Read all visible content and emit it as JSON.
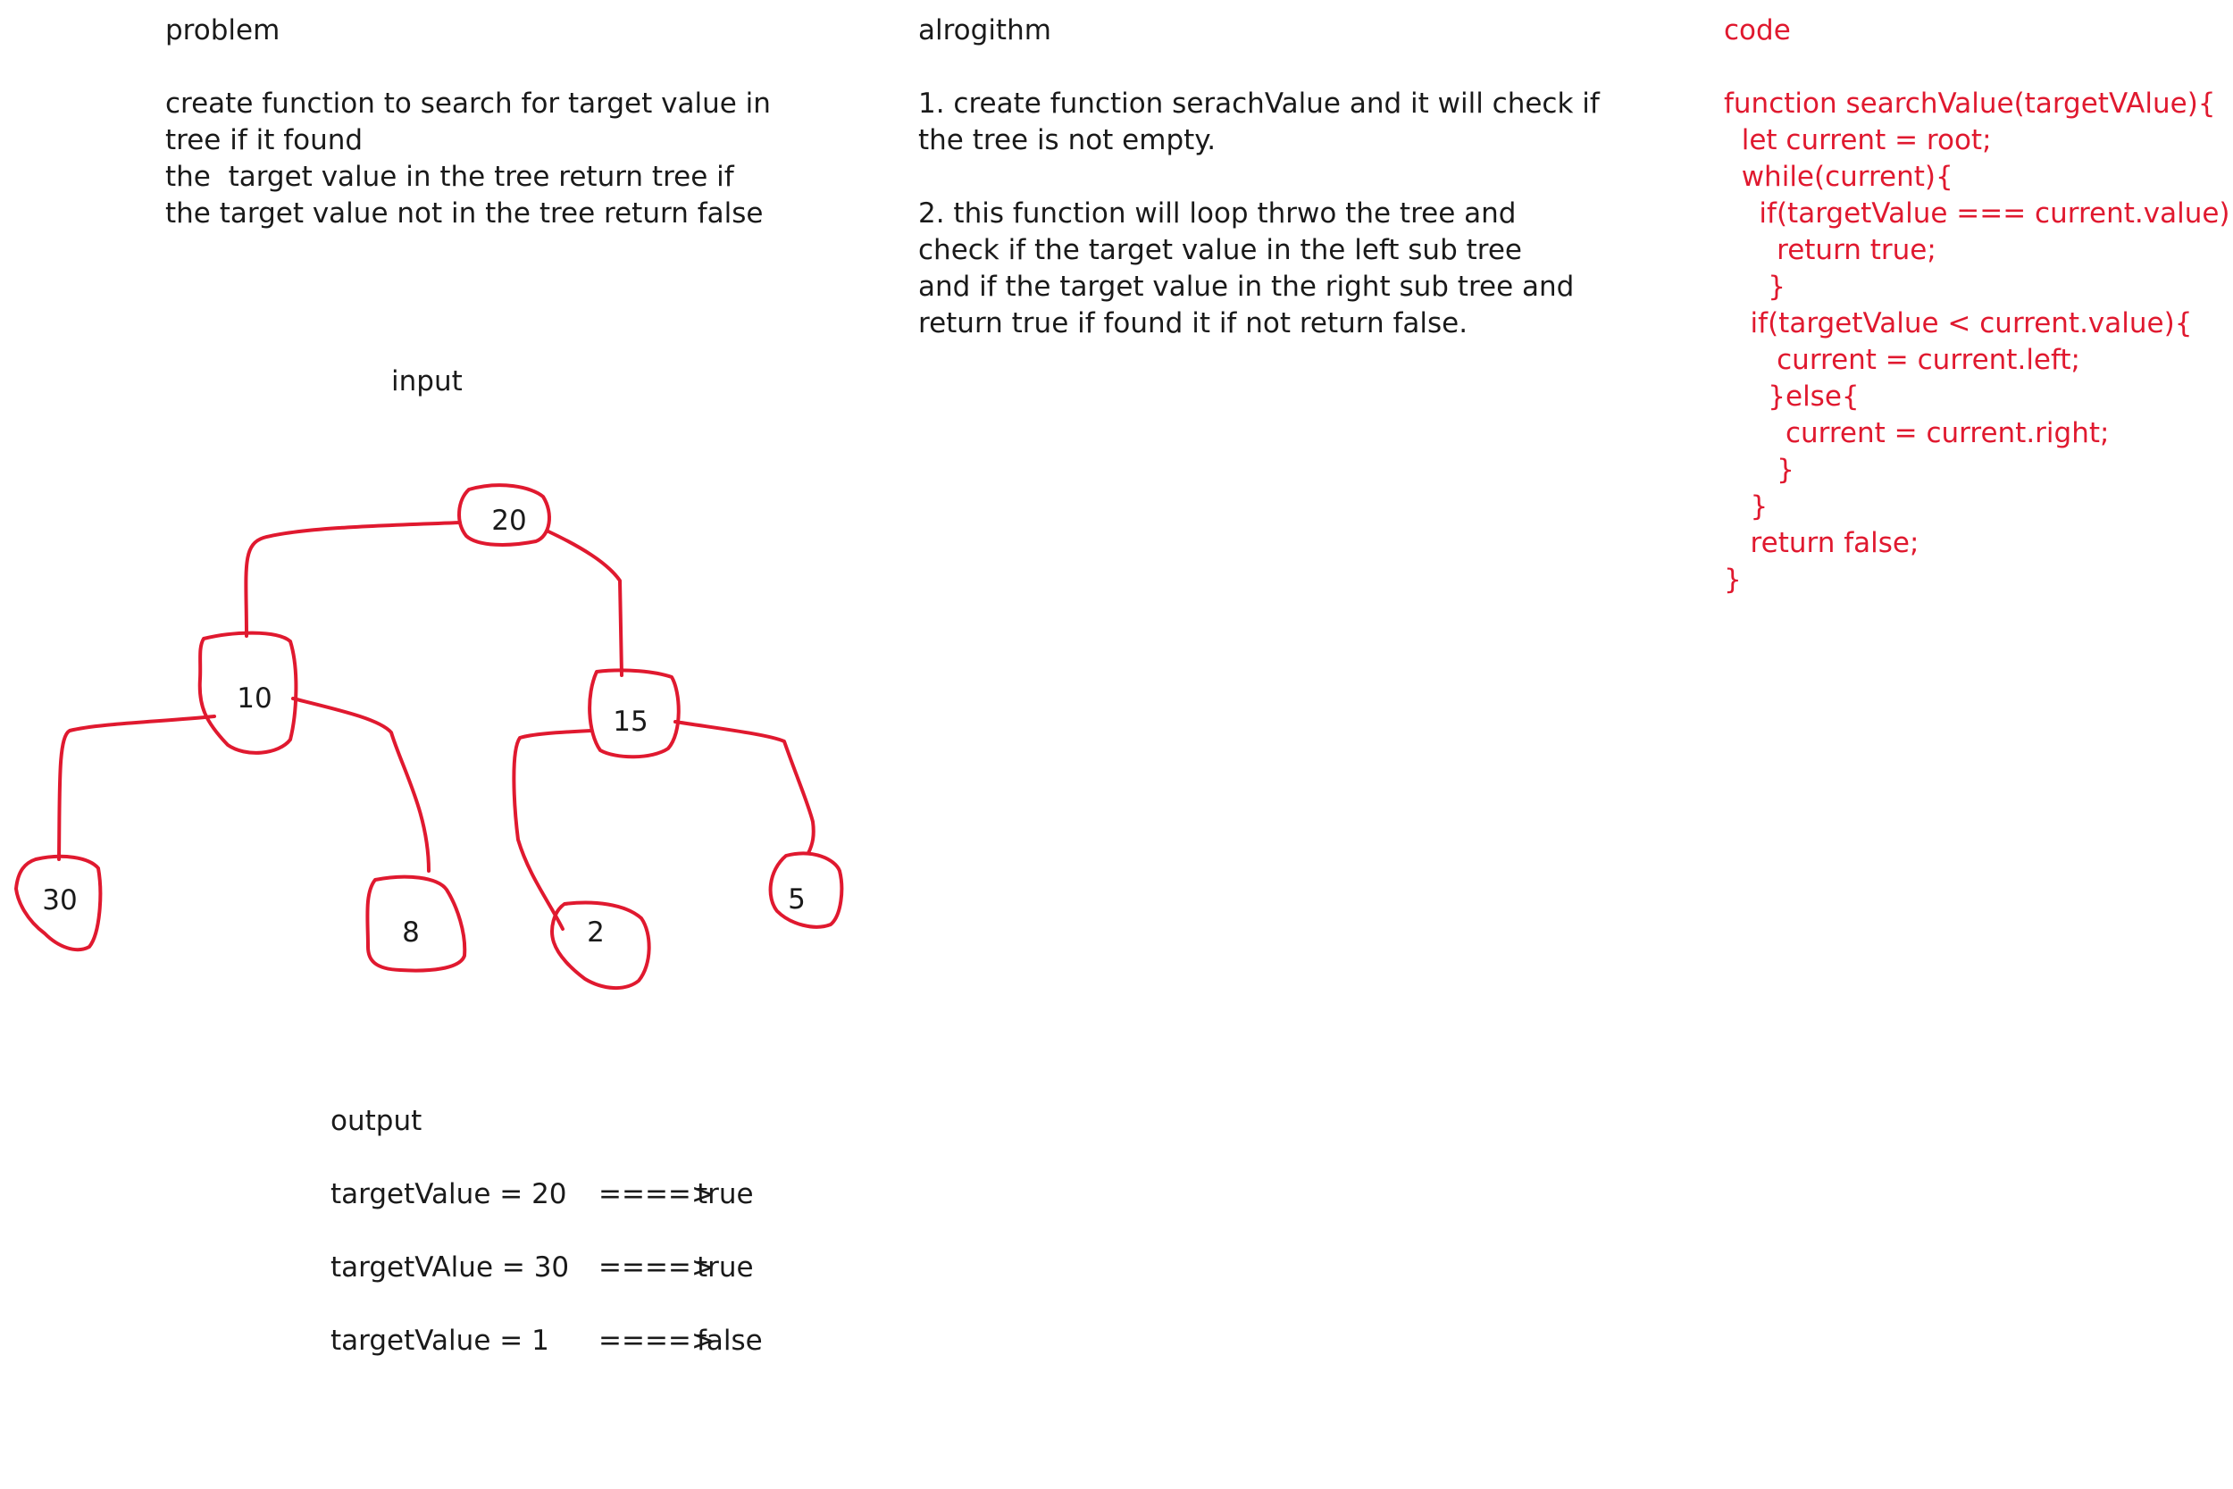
{
  "problem": {
    "heading": "problem",
    "lines": [
      "create function to search for target value in",
      "tree if it found",
      "the  target value in the tree return tree if",
      "the target value not in the tree return false"
    ]
  },
  "algorithm": {
    "heading": "alrogithm",
    "step1": [
      "1. create function serachValue and it will check if",
      "the tree is not empty."
    ],
    "step2": [
      "2. this function will loop thrwo the tree and",
      "check if the target value in the left sub tree",
      "and if the target value in the right sub tree and",
      "return true if found it if not return false."
    ]
  },
  "code": {
    "heading": "code",
    "lines": [
      "function searchValue(targetVAlue){",
      "  let current = root;",
      "  while(current){",
      "    if(targetValue === current.value){",
      "      return true;",
      "     }",
      "   if(targetValue < current.value){",
      "      current = current.left;",
      "     }else{",
      "       current = current.right;",
      "      }",
      "   }",
      "   return false;",
      "}"
    ]
  },
  "input": {
    "label": "input",
    "nodes": {
      "root": "20",
      "left": "10",
      "right": "15",
      "left_left": "30",
      "left_right": "8",
      "right_left": "2",
      "right_right": "5"
    }
  },
  "output": {
    "label": "output",
    "rows": [
      {
        "expr": "targetValue = 20",
        "arrow": "====>",
        "result": "true"
      },
      {
        "expr": "targetVAlue = 30",
        "arrow": "====>",
        "result": "true"
      },
      {
        "expr": "targetValue = 1",
        "arrow": "====>",
        "result": "false"
      }
    ]
  },
  "colors": {
    "ink": "#1a1a1a",
    "red": "#e0192f"
  }
}
